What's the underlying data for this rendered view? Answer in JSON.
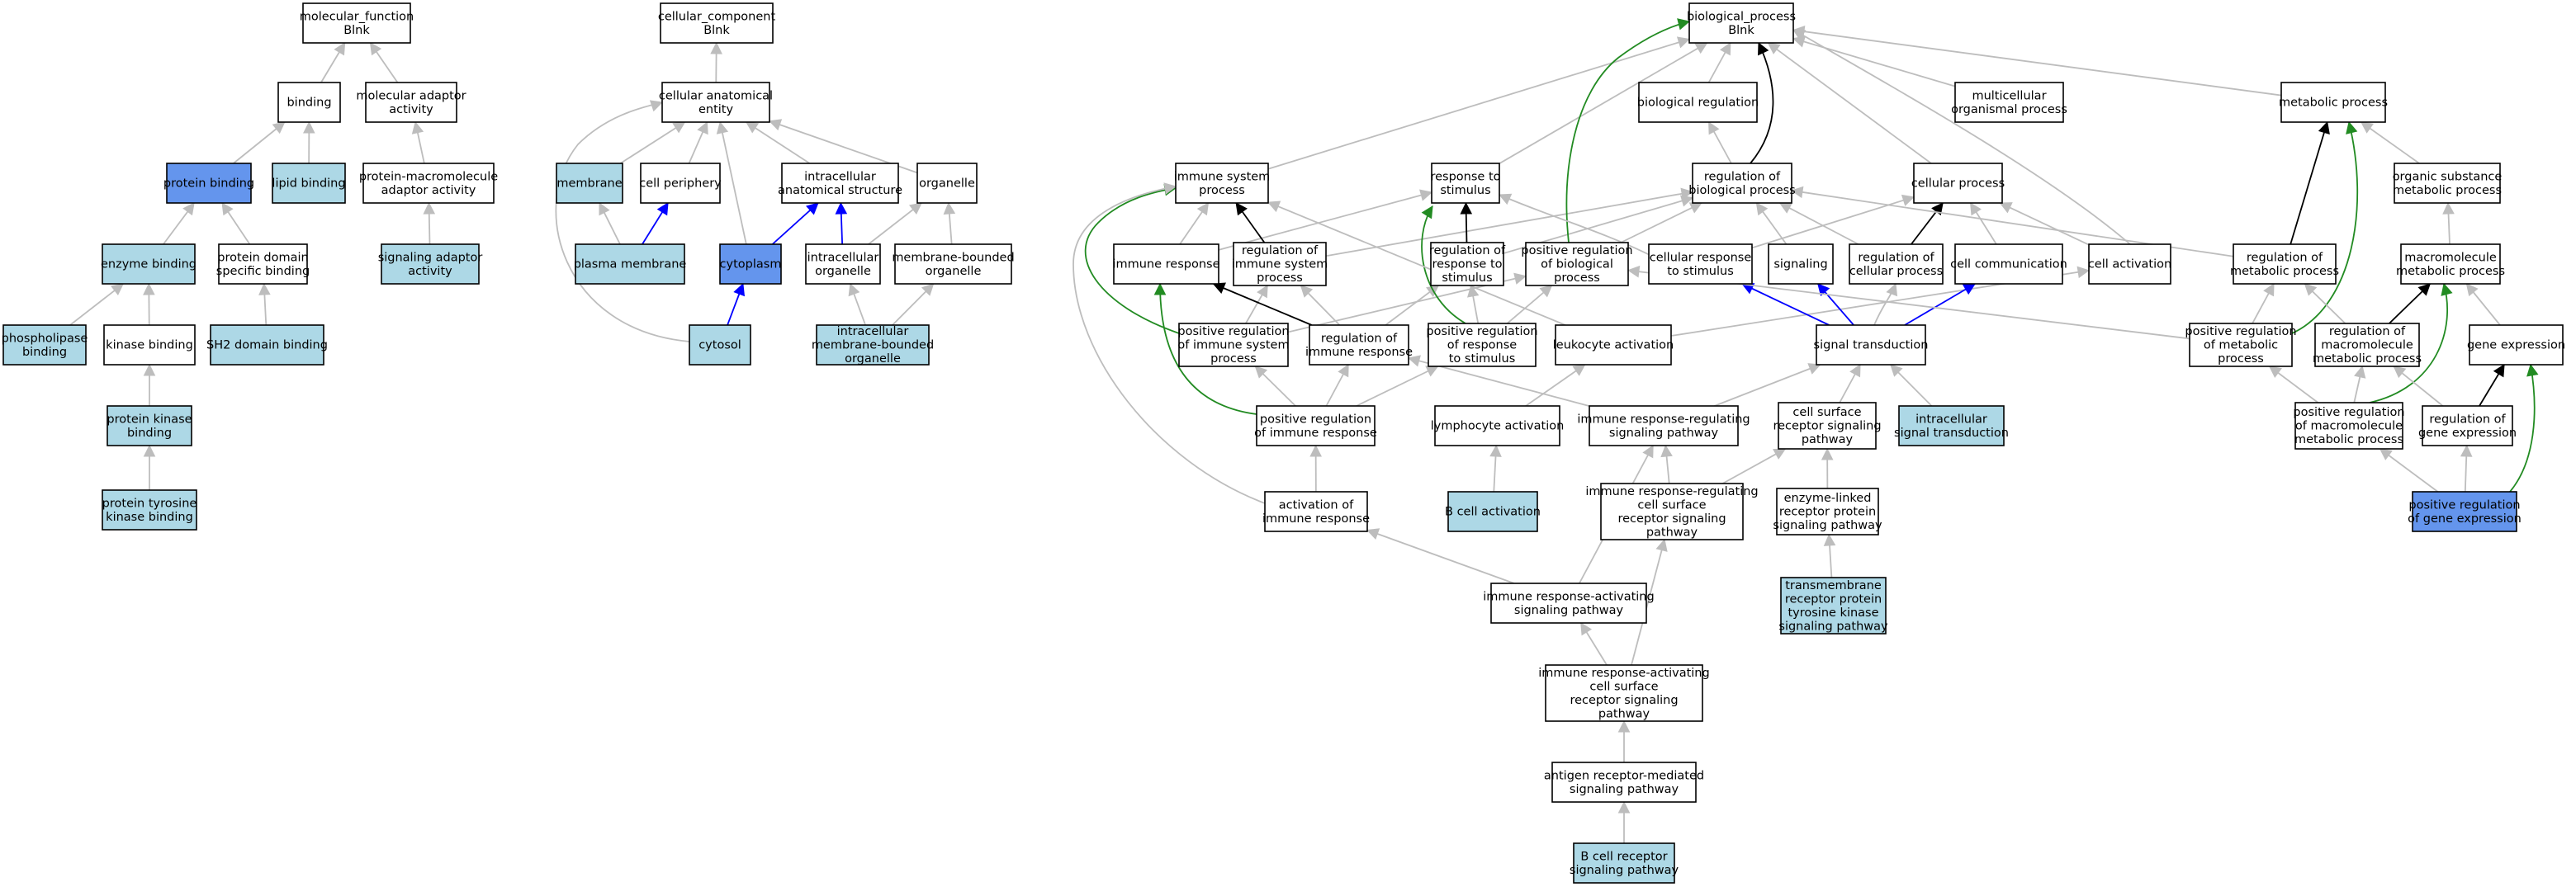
{
  "colors": {
    "background": "#ffffff",
    "default_fill": "#ffffff",
    "light_fill": "#add8e6",
    "strong_fill": "#6495ed",
    "edge_gray": "#bdbdbd",
    "edge_black": "#000000",
    "edge_blue": "#0000ff",
    "edge_green": "#228b22"
  },
  "nodes": [
    {
      "id": "mf_root",
      "lines": [
        "molecular_function",
        "Blnk"
      ],
      "fill": "default"
    },
    {
      "id": "binding",
      "lines": [
        "binding"
      ],
      "fill": "default"
    },
    {
      "id": "mol_adaptor",
      "lines": [
        "molecular adaptor",
        "activity"
      ],
      "fill": "default"
    },
    {
      "id": "protein_binding",
      "lines": [
        "protein binding"
      ],
      "fill": "strong"
    },
    {
      "id": "lipid_binding",
      "lines": [
        "lipid binding"
      ],
      "fill": "light"
    },
    {
      "id": "pm_adaptor",
      "lines": [
        "protein-macromolecule",
        "adaptor activity"
      ],
      "fill": "default"
    },
    {
      "id": "enzyme_binding",
      "lines": [
        "enzyme binding"
      ],
      "fill": "light"
    },
    {
      "id": "pd_binding",
      "lines": [
        "protein domain",
        "specific binding"
      ],
      "fill": "default"
    },
    {
      "id": "sig_adaptor",
      "lines": [
        "signaling adaptor",
        "activity"
      ],
      "fill": "light"
    },
    {
      "id": "phospholipase",
      "lines": [
        "phospholipase",
        "binding"
      ],
      "fill": "light"
    },
    {
      "id": "kinase_binding",
      "lines": [
        "kinase binding"
      ],
      "fill": "default"
    },
    {
      "id": "sh2",
      "lines": [
        "SH2 domain binding"
      ],
      "fill": "light"
    },
    {
      "id": "pk_binding",
      "lines": [
        "protein kinase",
        "binding"
      ],
      "fill": "light"
    },
    {
      "id": "ptk_binding",
      "lines": [
        "protein tyrosine",
        "kinase binding"
      ],
      "fill": "light"
    },
    {
      "id": "cc_root",
      "lines": [
        "cellular_component",
        "Blnk"
      ],
      "fill": "default"
    },
    {
      "id": "cae",
      "lines": [
        "cellular anatomical",
        "entity"
      ],
      "fill": "default"
    },
    {
      "id": "membrane",
      "lines": [
        "membrane"
      ],
      "fill": "light"
    },
    {
      "id": "cell_periphery",
      "lines": [
        "cell periphery"
      ],
      "fill": "default"
    },
    {
      "id": "ias",
      "lines": [
        "intracellular",
        "anatomical structure"
      ],
      "fill": "default"
    },
    {
      "id": "organelle",
      "lines": [
        "organelle"
      ],
      "fill": "default"
    },
    {
      "id": "plasma_membrane",
      "lines": [
        "plasma membrane"
      ],
      "fill": "light"
    },
    {
      "id": "cytoplasm",
      "lines": [
        "cytoplasm"
      ],
      "fill": "strong"
    },
    {
      "id": "ic_organelle",
      "lines": [
        "intracellular",
        "organelle"
      ],
      "fill": "default"
    },
    {
      "id": "mb_organelle",
      "lines": [
        "membrane-bounded",
        "organelle"
      ],
      "fill": "default"
    },
    {
      "id": "cytosol",
      "lines": [
        "cytosol"
      ],
      "fill": "light"
    },
    {
      "id": "imbo",
      "lines": [
        "intracellular",
        "membrane-bounded",
        "organelle"
      ],
      "fill": "light"
    },
    {
      "id": "bp_root",
      "lines": [
        "biological_process",
        "Blnk"
      ],
      "fill": "default"
    },
    {
      "id": "bio_reg",
      "lines": [
        "biological regulation"
      ],
      "fill": "default"
    },
    {
      "id": "multi_org",
      "lines": [
        "multicellular",
        "organismal process"
      ],
      "fill": "default"
    },
    {
      "id": "metabolic",
      "lines": [
        "metabolic process"
      ],
      "fill": "default"
    },
    {
      "id": "immune_sys",
      "lines": [
        "immune system",
        "process"
      ],
      "fill": "default"
    },
    {
      "id": "resp_stim",
      "lines": [
        "response to",
        "stimulus"
      ],
      "fill": "default"
    },
    {
      "id": "reg_bio",
      "lines": [
        "regulation of",
        "biological process"
      ],
      "fill": "default"
    },
    {
      "id": "cell_proc",
      "lines": [
        "cellular process"
      ],
      "fill": "default"
    },
    {
      "id": "org_sub",
      "lines": [
        "organic substance",
        "metabolic process"
      ],
      "fill": "default"
    },
    {
      "id": "immune_resp",
      "lines": [
        "immune response"
      ],
      "fill": "default"
    },
    {
      "id": "reg_imm_sys",
      "lines": [
        "regulation of",
        "immune system",
        "process"
      ],
      "fill": "default"
    },
    {
      "id": "reg_resp_stim",
      "lines": [
        "regulation of",
        "response to",
        "stimulus"
      ],
      "fill": "default"
    },
    {
      "id": "pos_reg_bio",
      "lines": [
        "positive regulation",
        "of biological",
        "process"
      ],
      "fill": "default"
    },
    {
      "id": "cell_resp_stim",
      "lines": [
        "cellular response",
        "to stimulus"
      ],
      "fill": "default"
    },
    {
      "id": "signaling",
      "lines": [
        "signaling"
      ],
      "fill": "default"
    },
    {
      "id": "reg_cell_proc",
      "lines": [
        "regulation of",
        "cellular process"
      ],
      "fill": "default"
    },
    {
      "id": "cell_comm",
      "lines": [
        "cell communication"
      ],
      "fill": "default"
    },
    {
      "id": "cell_act",
      "lines": [
        "cell activation"
      ],
      "fill": "default"
    },
    {
      "id": "reg_met",
      "lines": [
        "regulation of",
        "metabolic process"
      ],
      "fill": "default"
    },
    {
      "id": "macro_met",
      "lines": [
        "macromolecule",
        "metabolic process"
      ],
      "fill": "default"
    },
    {
      "id": "pos_reg_imm_sys",
      "lines": [
        "positive regulation",
        "of immune system",
        "process"
      ],
      "fill": "default"
    },
    {
      "id": "reg_imm_resp",
      "lines": [
        "regulation of",
        "immune response"
      ],
      "fill": "default"
    },
    {
      "id": "pos_reg_resp_stim",
      "lines": [
        "positive regulation",
        "of response",
        "to stimulus"
      ],
      "fill": "default"
    },
    {
      "id": "leuk_act",
      "lines": [
        "leukocyte activation"
      ],
      "fill": "default"
    },
    {
      "id": "sig_trans",
      "lines": [
        "signal transduction"
      ],
      "fill": "default"
    },
    {
      "id": "pos_reg_met",
      "lines": [
        "positive regulation",
        "of metabolic",
        "process"
      ],
      "fill": "default"
    },
    {
      "id": "reg_macro_met",
      "lines": [
        "regulation of",
        "macromolecule",
        "metabolic process"
      ],
      "fill": "default"
    },
    {
      "id": "gene_expr",
      "lines": [
        "gene expression"
      ],
      "fill": "default"
    },
    {
      "id": "pos_reg_imm_resp",
      "lines": [
        "positive regulation",
        "of immune response"
      ],
      "fill": "default"
    },
    {
      "id": "lymph_act",
      "lines": [
        "lymphocyte activation"
      ],
      "fill": "default"
    },
    {
      "id": "irr_sig",
      "lines": [
        "immune response-regulating",
        "signaling pathway"
      ],
      "fill": "default"
    },
    {
      "id": "csr_sig",
      "lines": [
        "cell surface",
        "receptor signaling",
        "pathway"
      ],
      "fill": "default"
    },
    {
      "id": "intra_sig",
      "lines": [
        "intracellular",
        "signal transduction"
      ],
      "fill": "light"
    },
    {
      "id": "pos_reg_macro_met",
      "lines": [
        "positive regulation",
        "of macromolecule",
        "metabolic process"
      ],
      "fill": "default"
    },
    {
      "id": "reg_gene_expr",
      "lines": [
        "regulation of",
        "gene expression"
      ],
      "fill": "default"
    },
    {
      "id": "act_imm_resp",
      "lines": [
        "activation of",
        "immune response"
      ],
      "fill": "default"
    },
    {
      "id": "b_cell_act",
      "lines": [
        "B cell activation"
      ],
      "fill": "light"
    },
    {
      "id": "irr_csr",
      "lines": [
        "immune response-regulating",
        "cell surface",
        "receptor signaling",
        "pathway"
      ],
      "fill": "default"
    },
    {
      "id": "enz_linked",
      "lines": [
        "enzyme-linked",
        "receptor protein",
        "signaling pathway"
      ],
      "fill": "default"
    },
    {
      "id": "pos_reg_gene_expr",
      "lines": [
        "positive regulation",
        "of gene expression"
      ],
      "fill": "strong"
    },
    {
      "id": "tm_rtk",
      "lines": [
        "transmembrane",
        "receptor protein",
        "tyrosine kinase",
        "signaling pathway"
      ],
      "fill": "light"
    },
    {
      "id": "ira_sig",
      "lines": [
        "immune response-activating",
        "signaling pathway"
      ],
      "fill": "default"
    },
    {
      "id": "ira_csr",
      "lines": [
        "immune response-activating",
        "cell surface",
        "receptor signaling",
        "pathway"
      ],
      "fill": "default"
    },
    {
      "id": "arm_sig",
      "lines": [
        "antigen receptor-mediated",
        "signaling pathway"
      ],
      "fill": "default"
    },
    {
      "id": "bcr_sig",
      "lines": [
        "B cell receptor",
        "signaling pathway"
      ],
      "fill": "light"
    }
  ],
  "edges": [
    {
      "from": "binding",
      "to": "mf_root",
      "color": "gray"
    },
    {
      "from": "mol_adaptor",
      "to": "mf_root",
      "color": "gray"
    },
    {
      "from": "protein_binding",
      "to": "binding",
      "color": "gray"
    },
    {
      "from": "lipid_binding",
      "to": "binding",
      "color": "gray"
    },
    {
      "from": "pm_adaptor",
      "to": "mol_adaptor",
      "color": "gray"
    },
    {
      "from": "enzyme_binding",
      "to": "protein_binding",
      "color": "gray"
    },
    {
      "from": "pd_binding",
      "to": "protein_binding",
      "color": "gray"
    },
    {
      "from": "sig_adaptor",
      "to": "pm_adaptor",
      "color": "gray"
    },
    {
      "from": "phospholipase",
      "to": "enzyme_binding",
      "color": "gray"
    },
    {
      "from": "kinase_binding",
      "to": "enzyme_binding",
      "color": "gray"
    },
    {
      "from": "sh2",
      "to": "pd_binding",
      "color": "gray"
    },
    {
      "from": "pk_binding",
      "to": "kinase_binding",
      "color": "gray"
    },
    {
      "from": "ptk_binding",
      "to": "pk_binding",
      "color": "gray"
    },
    {
      "from": "cae",
      "to": "cc_root",
      "color": "gray"
    },
    {
      "from": "membrane",
      "to": "cae",
      "color": "gray"
    },
    {
      "from": "cell_periphery",
      "to": "cae",
      "color": "gray"
    },
    {
      "from": "ias",
      "to": "cae",
      "color": "gray"
    },
    {
      "from": "organelle",
      "to": "cae",
      "color": "gray"
    },
    {
      "from": "plasma_membrane",
      "to": "membrane",
      "color": "gray"
    },
    {
      "from": "plasma_membrane",
      "to": "cell_periphery",
      "color": "blue"
    },
    {
      "from": "cytoplasm",
      "to": "cae",
      "color": "gray"
    },
    {
      "from": "cytoplasm",
      "to": "ias",
      "color": "blue"
    },
    {
      "from": "ic_organelle",
      "to": "ias",
      "color": "blue"
    },
    {
      "from": "ic_organelle",
      "to": "organelle",
      "color": "gray"
    },
    {
      "from": "mb_organelle",
      "to": "organelle",
      "color": "gray"
    },
    {
      "from": "cytosol",
      "to": "cytoplasm",
      "color": "blue"
    },
    {
      "from": "cytosol",
      "to": "cae",
      "color": "gray"
    },
    {
      "from": "imbo",
      "to": "ic_organelle",
      "color": "gray"
    },
    {
      "from": "imbo",
      "to": "mb_organelle",
      "color": "gray"
    },
    {
      "from": "bio_reg",
      "to": "bp_root",
      "color": "gray"
    },
    {
      "from": "multi_org",
      "to": "bp_root",
      "color": "gray"
    },
    {
      "from": "metabolic",
      "to": "bp_root",
      "color": "gray"
    },
    {
      "from": "immune_sys",
      "to": "bp_root",
      "color": "gray"
    },
    {
      "from": "resp_stim",
      "to": "bp_root",
      "color": "gray"
    },
    {
      "from": "reg_bio",
      "to": "bp_root",
      "color": "black"
    },
    {
      "from": "reg_bio",
      "to": "bio_reg",
      "color": "gray"
    },
    {
      "from": "cell_proc",
      "to": "bp_root",
      "color": "gray"
    },
    {
      "from": "org_sub",
      "to": "metabolic",
      "color": "gray"
    },
    {
      "from": "immune_resp",
      "to": "immune_sys",
      "color": "gray"
    },
    {
      "from": "immune_resp",
      "to": "resp_stim",
      "color": "gray"
    },
    {
      "from": "reg_imm_sys",
      "to": "immune_sys",
      "color": "black"
    },
    {
      "from": "reg_imm_sys",
      "to": "reg_bio",
      "color": "gray"
    },
    {
      "from": "reg_resp_stim",
      "to": "resp_stim",
      "color": "black"
    },
    {
      "from": "reg_resp_stim",
      "to": "reg_bio",
      "color": "gray"
    },
    {
      "from": "pos_reg_bio",
      "to": "bp_root",
      "color": "green"
    },
    {
      "from": "pos_reg_bio",
      "to": "reg_bio",
      "color": "gray"
    },
    {
      "from": "cell_resp_stim",
      "to": "resp_stim",
      "color": "gray"
    },
    {
      "from": "cell_resp_stim",
      "to": "cell_proc",
      "color": "gray"
    },
    {
      "from": "signaling",
      "to": "reg_bio",
      "color": "gray"
    },
    {
      "from": "reg_cell_proc",
      "to": "cell_proc",
      "color": "black"
    },
    {
      "from": "reg_cell_proc",
      "to": "reg_bio",
      "color": "gray"
    },
    {
      "from": "cell_comm",
      "to": "cell_proc",
      "color": "gray"
    },
    {
      "from": "cell_act",
      "to": "cell_proc",
      "color": "gray"
    },
    {
      "from": "cell_act",
      "to": "bp_root",
      "color": "gray"
    },
    {
      "from": "reg_met",
      "to": "metabolic",
      "color": "black"
    },
    {
      "from": "reg_met",
      "to": "reg_bio",
      "color": "gray"
    },
    {
      "from": "macro_met",
      "to": "org_sub",
      "color": "gray"
    },
    {
      "from": "pos_reg_imm_sys",
      "to": "immune_sys",
      "color": "green"
    },
    {
      "from": "pos_reg_imm_sys",
      "to": "reg_imm_sys",
      "color": "gray"
    },
    {
      "from": "pos_reg_imm_sys",
      "to": "pos_reg_bio",
      "color": "gray"
    },
    {
      "from": "reg_imm_resp",
      "to": "immune_resp",
      "color": "black"
    },
    {
      "from": "reg_imm_resp",
      "to": "reg_imm_sys",
      "color": "gray"
    },
    {
      "from": "reg_imm_resp",
      "to": "reg_resp_stim",
      "color": "gray"
    },
    {
      "from": "pos_reg_resp_stim",
      "to": "resp_stim",
      "color": "green"
    },
    {
      "from": "pos_reg_resp_stim",
      "to": "reg_resp_stim",
      "color": "gray"
    },
    {
      "from": "pos_reg_resp_stim",
      "to": "pos_reg_bio",
      "color": "gray"
    },
    {
      "from": "leuk_act",
      "to": "immune_sys",
      "color": "gray"
    },
    {
      "from": "leuk_act",
      "to": "cell_act",
      "color": "gray"
    },
    {
      "from": "sig_trans",
      "to": "cell_resp_stim",
      "color": "blue"
    },
    {
      "from": "sig_trans",
      "to": "signaling",
      "color": "blue"
    },
    {
      "from": "sig_trans",
      "to": "reg_cell_proc",
      "color": "gray"
    },
    {
      "from": "sig_trans",
      "to": "cell_comm",
      "color": "blue"
    },
    {
      "from": "pos_reg_met",
      "to": "metabolic",
      "color": "green"
    },
    {
      "from": "pos_reg_met",
      "to": "reg_met",
      "color": "gray"
    },
    {
      "from": "pos_reg_met",
      "to": "pos_reg_bio",
      "color": "gray"
    },
    {
      "from": "reg_macro_met",
      "to": "macro_met",
      "color": "black"
    },
    {
      "from": "reg_macro_met",
      "to": "reg_met",
      "color": "gray"
    },
    {
      "from": "gene_expr",
      "to": "macro_met",
      "color": "gray"
    },
    {
      "from": "pos_reg_imm_resp",
      "to": "immune_resp",
      "color": "green"
    },
    {
      "from": "pos_reg_imm_resp",
      "to": "pos_reg_imm_sys",
      "color": "gray"
    },
    {
      "from": "pos_reg_imm_resp",
      "to": "reg_imm_resp",
      "color": "gray"
    },
    {
      "from": "pos_reg_imm_resp",
      "to": "pos_reg_resp_stim",
      "color": "gray"
    },
    {
      "from": "lymph_act",
      "to": "leuk_act",
      "color": "gray"
    },
    {
      "from": "irr_sig",
      "to": "reg_imm_resp",
      "color": "gray"
    },
    {
      "from": "irr_sig",
      "to": "sig_trans",
      "color": "gray"
    },
    {
      "from": "csr_sig",
      "to": "sig_trans",
      "color": "gray"
    },
    {
      "from": "intra_sig",
      "to": "sig_trans",
      "color": "gray"
    },
    {
      "from": "pos_reg_macro_met",
      "to": "macro_met",
      "color": "green"
    },
    {
      "from": "pos_reg_macro_met",
      "to": "reg_macro_met",
      "color": "gray"
    },
    {
      "from": "pos_reg_macro_met",
      "to": "pos_reg_met",
      "color": "gray"
    },
    {
      "from": "reg_gene_expr",
      "to": "gene_expr",
      "color": "black"
    },
    {
      "from": "reg_gene_expr",
      "to": "reg_macro_met",
      "color": "gray"
    },
    {
      "from": "act_imm_resp",
      "to": "pos_reg_imm_resp",
      "color": "gray"
    },
    {
      "from": "act_imm_resp",
      "to": "immune_sys",
      "color": "gray"
    },
    {
      "from": "b_cell_act",
      "to": "lymph_act",
      "color": "gray"
    },
    {
      "from": "irr_csr",
      "to": "irr_sig",
      "color": "gray"
    },
    {
      "from": "irr_csr",
      "to": "csr_sig",
      "color": "gray"
    },
    {
      "from": "enz_linked",
      "to": "csr_sig",
      "color": "gray"
    },
    {
      "from": "pos_reg_gene_expr",
      "to": "gene_expr",
      "color": "green"
    },
    {
      "from": "pos_reg_gene_expr",
      "to": "reg_gene_expr",
      "color": "gray"
    },
    {
      "from": "pos_reg_gene_expr",
      "to": "pos_reg_macro_met",
      "color": "gray"
    },
    {
      "from": "tm_rtk",
      "to": "enz_linked",
      "color": "gray"
    },
    {
      "from": "ira_sig",
      "to": "act_imm_resp",
      "color": "gray"
    },
    {
      "from": "ira_sig",
      "to": "irr_sig",
      "color": "gray"
    },
    {
      "from": "ira_csr",
      "to": "ira_sig",
      "color": "gray"
    },
    {
      "from": "ira_csr",
      "to": "irr_csr",
      "color": "gray"
    },
    {
      "from": "arm_sig",
      "to": "ira_csr",
      "color": "gray"
    },
    {
      "from": "bcr_sig",
      "to": "arm_sig",
      "color": "gray"
    }
  ]
}
